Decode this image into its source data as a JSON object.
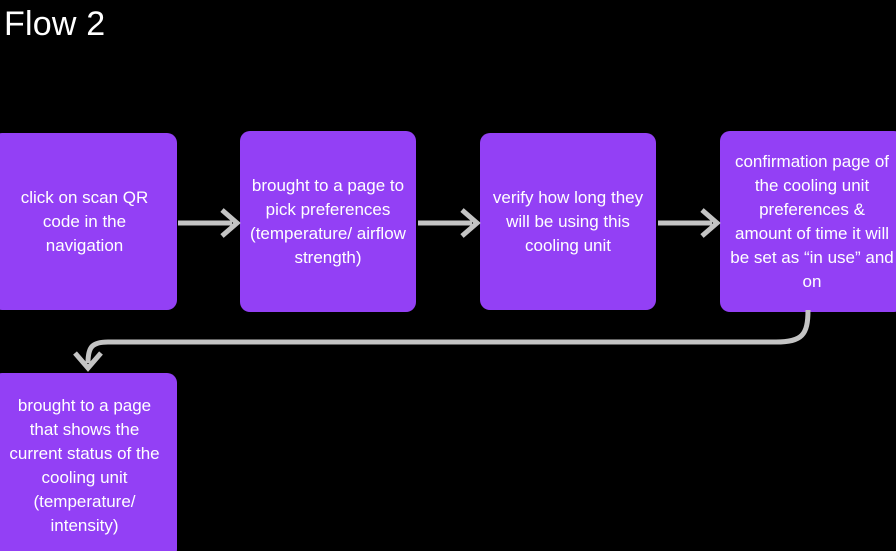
{
  "page": {
    "title": "Flow 2",
    "background_color": "#000000",
    "node_color": "#9340F5",
    "node_text_color": "#FFFFFF",
    "connector_color": "#C4C4C4"
  },
  "diagram": {
    "type": "flowchart",
    "orientation": "left-to-right, wrapping to second row",
    "nodes": [
      {
        "id": "node-1",
        "label": "click on scan QR code in the navigation",
        "row": 1,
        "order": 1
      },
      {
        "id": "node-2",
        "label": "brought to a page to pick preferences (temperature/ airflow strength)",
        "row": 1,
        "order": 2
      },
      {
        "id": "node-3",
        "label": "verify how long they will be using this cooling unit",
        "row": 1,
        "order": 3
      },
      {
        "id": "node-4",
        "label": "confirmation page of the cooling unit preferences & amount of time it will be set as “in use” and on",
        "row": 1,
        "order": 4
      },
      {
        "id": "node-5",
        "label": "brought to a page that shows the current status of the cooling unit (temperature/ intensity)",
        "row": 2,
        "order": 5
      }
    ],
    "connectors": [
      {
        "id": "arrow-1",
        "from": "node-1",
        "to": "node-2",
        "style": "straight-right"
      },
      {
        "id": "arrow-2",
        "from": "node-2",
        "to": "node-3",
        "style": "straight-right"
      },
      {
        "id": "arrow-3",
        "from": "node-3",
        "to": "node-4",
        "style": "straight-right"
      },
      {
        "id": "arrow-loop",
        "from": "node-4",
        "to": "node-5",
        "style": "curved-wrap-down"
      }
    ]
  }
}
